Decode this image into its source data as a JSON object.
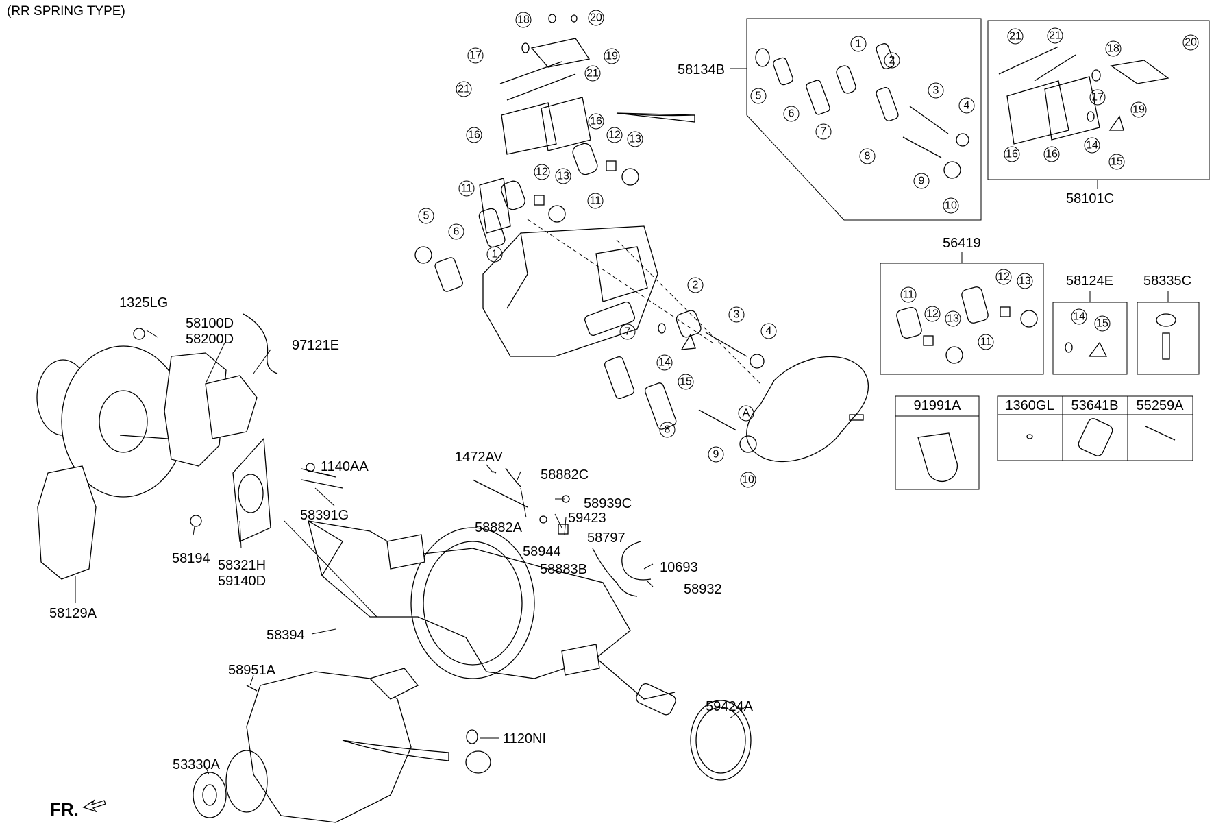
{
  "header": {
    "title": "(RR SPRING TYPE)"
  },
  "parts": {
    "p58134B": "58134B",
    "p58101C": "58101C",
    "p56419": "56419",
    "p58124E": "58124E",
    "p58335C": "58335C",
    "p91991A": "91991A",
    "p1360GL": "1360GL",
    "p53641B": "53641B",
    "p55259A": "55259A",
    "p1325LG": "1325LG",
    "p58100D": "58100D",
    "p58200D": "58200D",
    "p97121E": "97121E",
    "p1140AA": "1140AA",
    "p58391G": "58391G",
    "p58194": "58194",
    "p58321H": "58321H",
    "p59140D": "59140D",
    "p58129A": "58129A",
    "p1472AV": "1472AV",
    "p58882C": "58882C",
    "p58882A": "58882A",
    "p58939C": "58939C",
    "p59423": "59423",
    "p58797": "58797",
    "p58944": "58944",
    "p58883B": "58883B",
    "p10693": "10693",
    "p58932": "58932",
    "p58394": "58394",
    "p58951A": "58951A",
    "p1120NI": "1120NI",
    "p59424A": "59424A",
    "p53330A": "53330A",
    "callout_a": "A",
    "fr": "FR."
  },
  "callouts": {
    "n1": "1",
    "n2": "2",
    "n3": "3",
    "n4": "4",
    "n5": "5",
    "n6": "6",
    "n7": "7",
    "n8": "8",
    "n9": "9",
    "n10": "10",
    "n11": "11",
    "n12": "12",
    "n13": "13",
    "n14": "14",
    "n15": "15",
    "n16": "16",
    "n17": "17",
    "n18": "18",
    "n19": "19",
    "n20": "20",
    "n21": "21"
  }
}
